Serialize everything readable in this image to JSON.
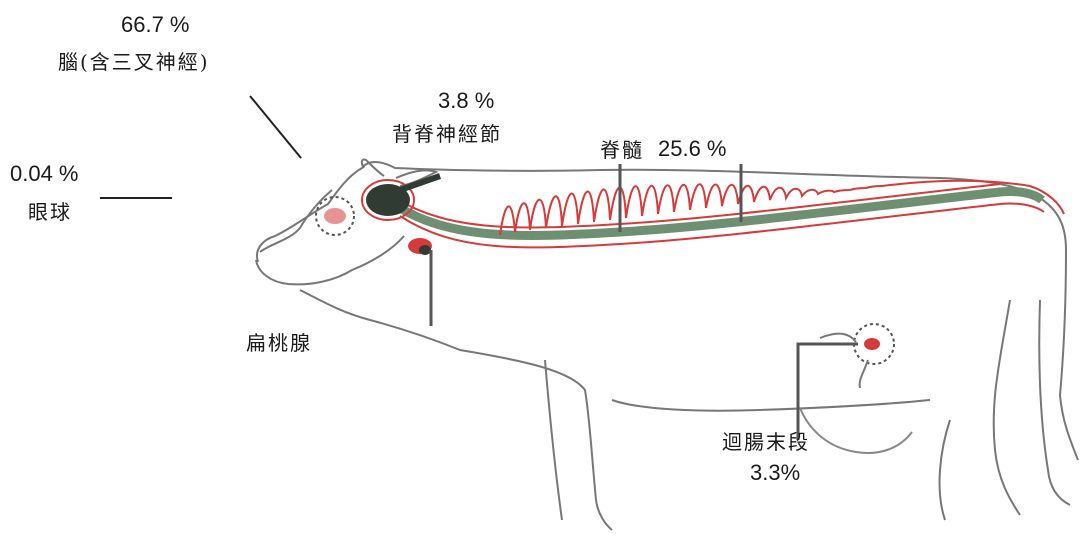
{
  "labels": {
    "brain_pct": "66.7 %",
    "brain_name": "腦(含三叉神經)",
    "drg_pct": "3.8 %",
    "drg_name": "背脊神經節",
    "spinal_cord_name": "脊髓",
    "spinal_cord_pct": "25.6 %",
    "eye_pct": "0.04 %",
    "eye_name": "眼球",
    "tonsil_name": "扁桃腺",
    "ileum_name": "迴腸末段",
    "ileum_pct": "3.3%"
  },
  "colors": {
    "outline": "#777777",
    "nerve_red": "#d63b3b",
    "tissue_dark": "#2f3b33",
    "spinal_green": "#6f8f72",
    "leader_line": "#222222"
  }
}
